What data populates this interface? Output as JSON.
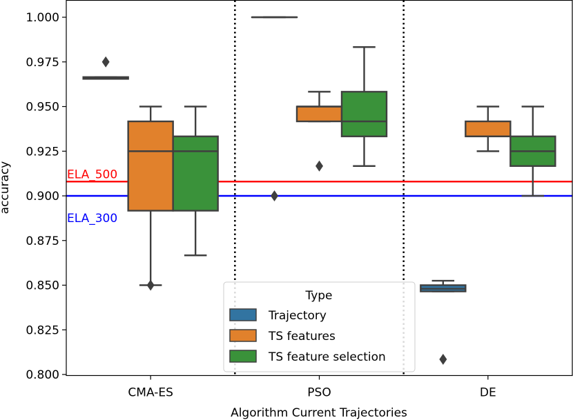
{
  "chart_data": {
    "type": "box",
    "xlabel": "Algorithm Current Trajectories",
    "ylabel": "accuracy",
    "ylim": [
      0.8,
      1.0
    ],
    "yticks": [
      "0.800",
      "0.825",
      "0.850",
      "0.875",
      "0.900",
      "0.925",
      "0.950",
      "0.975",
      "1.000"
    ],
    "categories": [
      "CMA-ES",
      "PSO",
      "DE"
    ],
    "grid": false,
    "separators": "dotted vertical lines between categories",
    "legend": {
      "title": "Type",
      "placement": "bottom-center",
      "entries": [
        "Trajectory",
        "TS features",
        "TS feature selection"
      ]
    },
    "series": [
      {
        "name": "Trajectory",
        "color": "#3274a1",
        "boxes": [
          {
            "category": "CMA-ES",
            "whislo": 0.9655,
            "q1": 0.9655,
            "med": 0.966,
            "q3": 0.9665,
            "whishi": 0.9665,
            "fliers": [
              0.975
            ]
          },
          {
            "category": "PSO",
            "whislo": 1.0,
            "q1": 1.0,
            "med": 1.0,
            "q3": 1.0,
            "whishi": 1.0,
            "fliers": [
              0.9
            ]
          },
          {
            "category": "DE",
            "whislo": 0.8465,
            "q1": 0.8465,
            "med": 0.848,
            "q3": 0.85,
            "whishi": 0.8525,
            "fliers": [
              0.8085
            ]
          }
        ]
      },
      {
        "name": "TS features",
        "color": "#e1812c",
        "boxes": [
          {
            "category": "CMA-ES",
            "whislo": 0.85,
            "q1": 0.8917,
            "med": 0.925,
            "q3": 0.9417,
            "whishi": 0.95,
            "fliers": [
              0.85
            ]
          },
          {
            "category": "PSO",
            "whislo": 0.9417,
            "q1": 0.9417,
            "med": 0.95,
            "q3": 0.95,
            "whishi": 0.9583,
            "fliers": [
              0.9167
            ]
          },
          {
            "category": "DE",
            "whislo": 0.925,
            "q1": 0.9333,
            "med": 0.9333,
            "q3": 0.9417,
            "whishi": 0.95,
            "fliers": []
          }
        ]
      },
      {
        "name": "TS feature selection",
        "color": "#3a923a",
        "boxes": [
          {
            "category": "CMA-ES",
            "whislo": 0.8667,
            "q1": 0.8917,
            "med": 0.925,
            "q3": 0.9333,
            "whishi": 0.95,
            "fliers": []
          },
          {
            "category": "PSO",
            "whislo": 0.9167,
            "q1": 0.9333,
            "med": 0.9417,
            "q3": 0.9583,
            "whishi": 0.9833,
            "fliers": []
          },
          {
            "category": "DE",
            "whislo": 0.9,
            "q1": 0.9167,
            "med": 0.925,
            "q3": 0.9333,
            "whishi": 0.95,
            "fliers": []
          }
        ]
      }
    ],
    "reference_lines": [
      {
        "label": "ELA_500",
        "y": 0.908,
        "color": "#ff0000"
      },
      {
        "label": "ELA_300",
        "y": 0.9,
        "color": "#0000ff"
      }
    ]
  }
}
